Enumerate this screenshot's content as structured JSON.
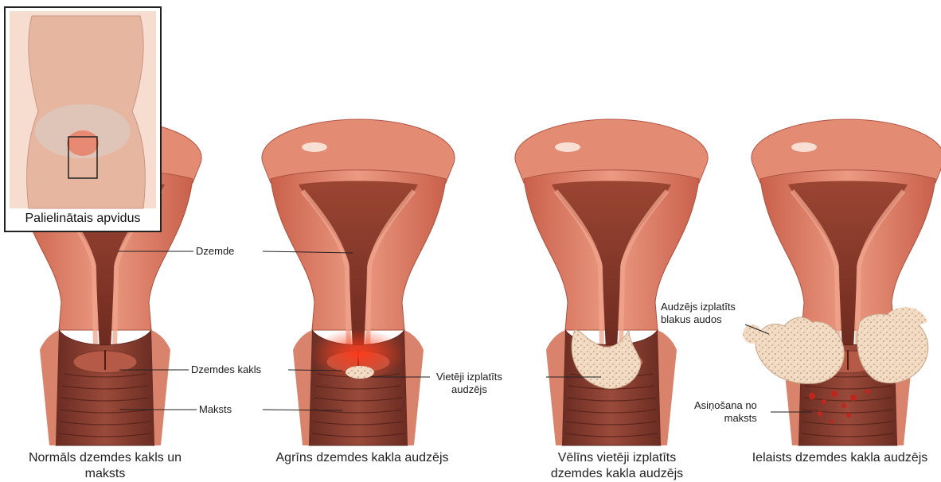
{
  "inset": {
    "caption": "Palielinātais apvidus"
  },
  "labels": {
    "uterus": "Dzemde",
    "cervix": "Dzemdes kakls",
    "vagina": "Maksts",
    "local_spread": "Vietēji izplatīts\naudzējs",
    "adjacent_spread": "Audzējs izplatīts\nblakus audos",
    "bleeding": "Asiņošana no\nmaksts"
  },
  "panels": [
    {
      "caption": "Normāls dzemdes kakls un\nmaksts"
    },
    {
      "caption": "Agrīns dzemdes kakla audzējs"
    },
    {
      "caption": "Vēlīns vietēji izplatīts\ndzemdes kakla audzējs"
    },
    {
      "caption": "Ielaists dzemdes kakla audzējs"
    }
  ],
  "colors": {
    "tissue_light": "#e8917a",
    "tissue_mid": "#d36f58",
    "cavity_dark": "#8a3a2c",
    "vagina_wall": "#7a3528",
    "tumor": "#f1dcc8",
    "inflammation": "#f04a2a",
    "blood": "#c0271c"
  }
}
